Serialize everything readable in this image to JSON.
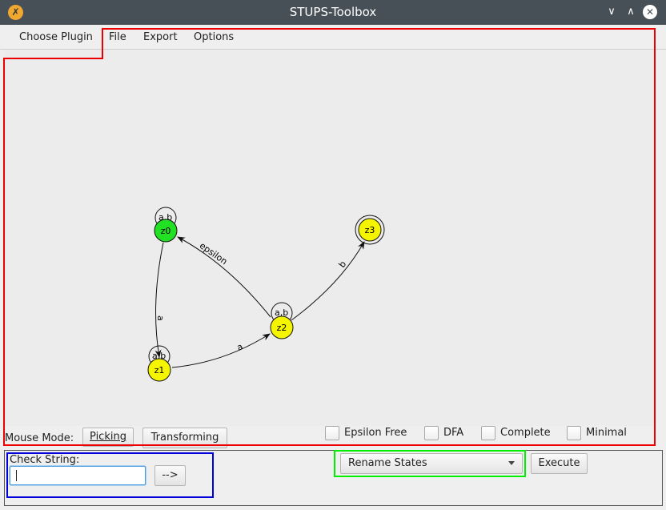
{
  "window": {
    "title": "STUPS-Toolbox",
    "app_icon": "x-logo-icon"
  },
  "menu": {
    "items": [
      "Choose Plugin",
      "File",
      "Export",
      "Options"
    ]
  },
  "graph": {
    "states": [
      {
        "id": "z0",
        "type": "initial",
        "color": "#22e022",
        "self_loop": "a,b"
      },
      {
        "id": "z1",
        "type": "normal",
        "color": "#f5f500",
        "self_loop": "a,b"
      },
      {
        "id": "z2",
        "type": "normal",
        "color": "#f5f500",
        "self_loop": "a,b"
      },
      {
        "id": "z3",
        "type": "final",
        "color": "#f5f500",
        "self_loop": ""
      }
    ],
    "edges": [
      {
        "from": "z0",
        "to": "z1",
        "label": "a"
      },
      {
        "from": "z1",
        "to": "z2",
        "label": "a"
      },
      {
        "from": "z2",
        "to": "z0",
        "label": "epsilon"
      },
      {
        "from": "z2",
        "to": "z3",
        "label": "b"
      }
    ]
  },
  "controls": {
    "mouse_mode_label": "Mouse Mode:",
    "picking": "Picking",
    "transforming": "Transforming",
    "checkboxes": [
      "Epsilon Free",
      "DFA",
      "Complete",
      "Minimal"
    ]
  },
  "check": {
    "label": "Check String:",
    "value": "",
    "go_button": "-->"
  },
  "action": {
    "selected": "Rename States",
    "execute": "Execute"
  },
  "highlight_colors": {
    "red": "#ee0000",
    "blue": "#0000dd",
    "green": "#00ee00"
  }
}
